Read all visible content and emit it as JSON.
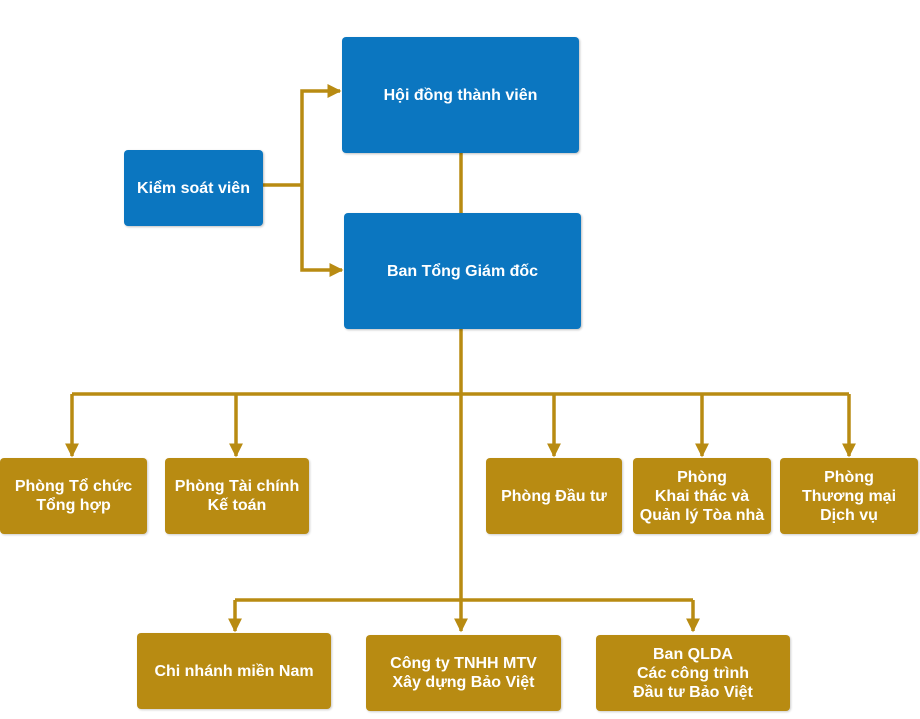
{
  "colors": {
    "management": "#0b76c0",
    "department": "#b88b12",
    "connector": "#b88b12",
    "text": "#ffffff"
  },
  "nodes": {
    "board": "Hội đồng thành viên",
    "supervisor": "Kiểm soát viên",
    "ceo": "Ban Tổng Giám đốc",
    "dept_hr": "Phòng Tổ chức\nTổng hợp",
    "dept_finance": "Phòng Tài chính\nKế toán",
    "dept_invest": "Phòng Đầu tư",
    "dept_building": "Phòng\nKhai thác và\nQuản lý Tòa nhà",
    "dept_trade": "Phòng\nThương mại\nDịch vụ",
    "branch_south": "Chi nhánh miền Nam",
    "subsidiary": "Công ty TNHH MTV\nXây dựng Bảo Việt",
    "project_board": "Ban QLDA\nCác công trình\nĐầu tư Bảo Việt"
  }
}
